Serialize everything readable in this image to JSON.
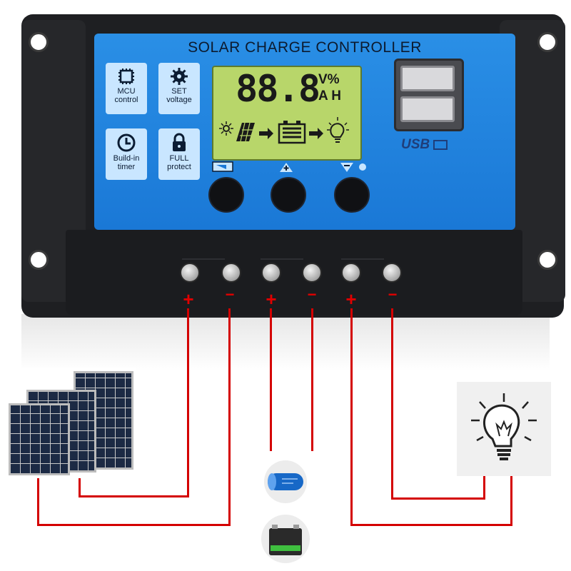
{
  "controller": {
    "title": "SOLAR CHARGE CONTROLLER",
    "features": [
      {
        "line1": "MCU",
        "line2": "control",
        "icon": "chip-icon"
      },
      {
        "line1": "SET",
        "line2": "voltage",
        "icon": "gear-icon"
      },
      {
        "line1": "Build-in",
        "line2": "timer",
        "icon": "clock-icon"
      },
      {
        "line1": "FULL",
        "line2": "protect",
        "icon": "lock-icon"
      }
    ],
    "lcd": {
      "digits": "88.8",
      "unit_top": "V%",
      "unit_bottom": "A H"
    },
    "usb_label": "USB",
    "buttons": [
      {
        "icon": "menu-icon"
      },
      {
        "icon": "up-arrow-icon"
      },
      {
        "icon": "down-arrow-icon"
      }
    ],
    "terminals": {
      "signs": [
        "+",
        "−",
        "+",
        "−",
        "+",
        "−"
      ],
      "groups": [
        "solar-panel-icon",
        "battery-icon",
        "bulb-icon"
      ]
    }
  },
  "colors": {
    "panel_blue": "#1a78d6",
    "lcd_green": "#b8d66a",
    "wire_red": "#d40000",
    "body_black": "#1e1f22"
  }
}
